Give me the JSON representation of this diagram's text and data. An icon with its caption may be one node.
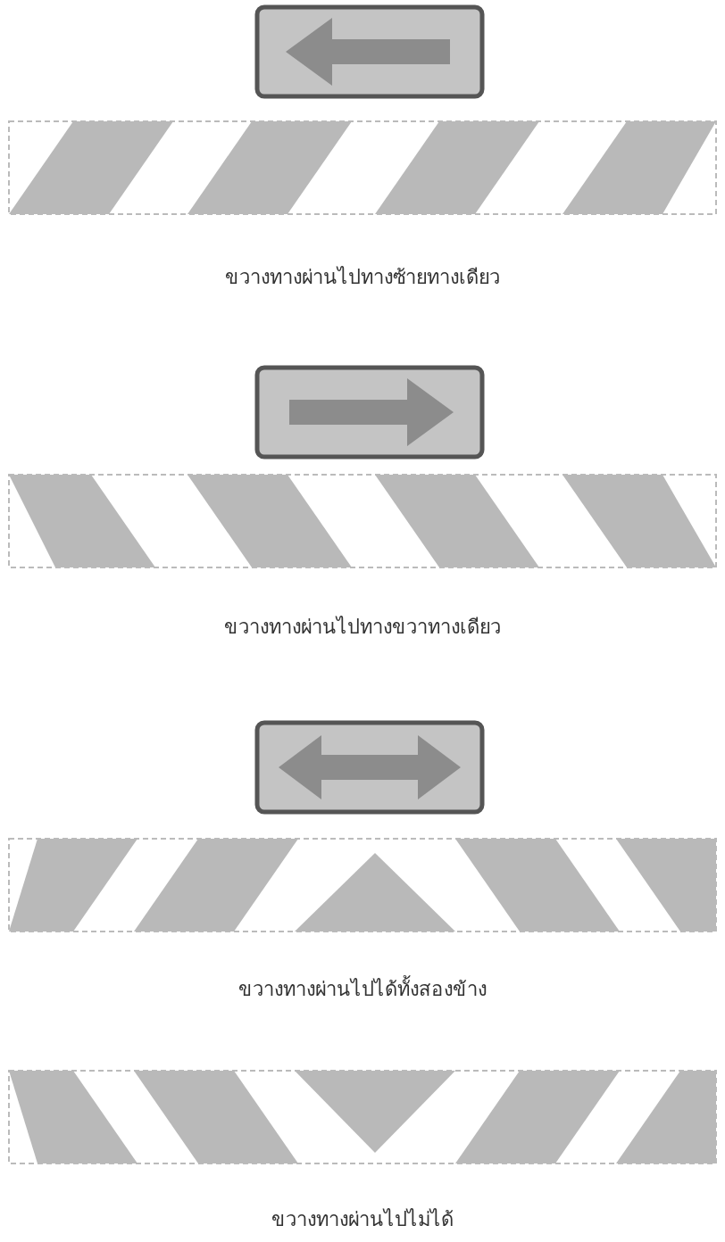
{
  "diagram": {
    "labels": [
      "ขวางทางผ่านไปทางซ้ายทางเดียว",
      "ขวางทางผ่านไปทางขวาทางเดียว",
      "ขวางทางผ่านไปได้ทั้งสองข้าง",
      "ขวางทางผ่านไปไม่ได้"
    ]
  }
}
